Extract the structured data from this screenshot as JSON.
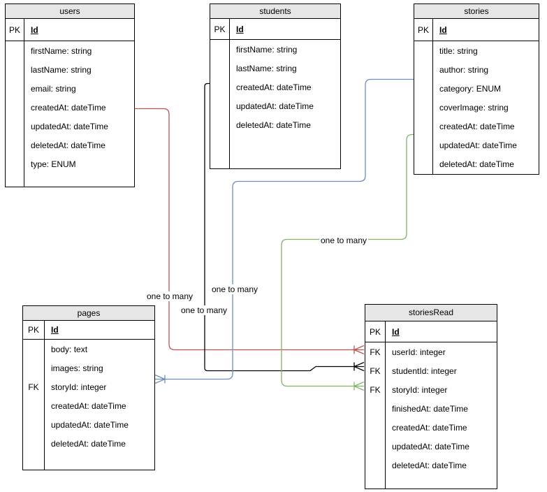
{
  "diagram": {
    "type": "entity-relationship-diagram",
    "colors": {
      "header_fill": "#e6e6e6",
      "border": "#000000",
      "background": "#ffffff"
    },
    "tables": [
      {
        "name": "users",
        "key_label": "PK",
        "id_field": "Id",
        "fields": [
          {
            "fk": "",
            "text": "firstName: string"
          },
          {
            "fk": "",
            "text": "lastName: string"
          },
          {
            "fk": "",
            "text": "email: string"
          },
          {
            "fk": "",
            "text": "createdAt: dateTime"
          },
          {
            "fk": "",
            "text": "updatedAt: dateTime"
          },
          {
            "fk": "",
            "text": "deletedAt: dateTime"
          },
          {
            "fk": "",
            "text": "type: ENUM"
          }
        ]
      },
      {
        "name": "students",
        "key_label": "PK",
        "id_field": "Id",
        "fields": [
          {
            "fk": "",
            "text": "firstName: string"
          },
          {
            "fk": "",
            "text": "lastName: string"
          },
          {
            "fk": "",
            "text": "createdAt: dateTime"
          },
          {
            "fk": "",
            "text": "updatedAt: dateTime"
          },
          {
            "fk": "",
            "text": "deletedAt: dateTime"
          }
        ]
      },
      {
        "name": "stories",
        "key_label": "PK",
        "id_field": "Id",
        "fields": [
          {
            "fk": "",
            "text": "title: string"
          },
          {
            "fk": "",
            "text": "author: string"
          },
          {
            "fk": "",
            "text": "category: ENUM"
          },
          {
            "fk": "",
            "text": "coverImage: string"
          },
          {
            "fk": "",
            "text": "createdAt: dateTime"
          },
          {
            "fk": "",
            "text": "updatedAt: dateTime"
          },
          {
            "fk": "",
            "text": "deletedAt: dateTime"
          }
        ]
      },
      {
        "name": "pages",
        "key_label": "PK",
        "id_field": "Id",
        "fields": [
          {
            "fk": "",
            "text": "body: text"
          },
          {
            "fk": "",
            "text": "images: string"
          },
          {
            "fk": "FK",
            "text": "storyId: integer"
          },
          {
            "fk": "",
            "text": "createdAt: dateTime"
          },
          {
            "fk": "",
            "text": "updatedAt: dateTime"
          },
          {
            "fk": "",
            "text": "deletedAt: dateTime"
          }
        ]
      },
      {
        "name": "storiesRead",
        "key_label": "PK",
        "id_field": "Id",
        "fields": [
          {
            "fk": "FK",
            "text": "userId: integer"
          },
          {
            "fk": "FK",
            "text": "studentId: integer"
          },
          {
            "fk": "FK",
            "text": "storyId: integer"
          },
          {
            "fk": "",
            "text": "finishedAt: dateTime"
          },
          {
            "fk": "",
            "text": "createdAt: dateTime"
          },
          {
            "fk": "",
            "text": "updatedAt: dateTime"
          },
          {
            "fk": "",
            "text": "deletedAt: dateTime"
          }
        ]
      }
    ],
    "relationships": [
      {
        "label": "one to many",
        "color": "#b85450",
        "from": "users",
        "to": "storiesRead"
      },
      {
        "label": "one to many",
        "color": "#000000",
        "from": "students",
        "to": "storiesRead"
      },
      {
        "label": "one to many",
        "color": "#6c8ebf",
        "from": "stories",
        "to": "pages"
      },
      {
        "label": "one to many",
        "color": "#82b366",
        "from": "stories",
        "to": "storiesRead"
      }
    ]
  }
}
